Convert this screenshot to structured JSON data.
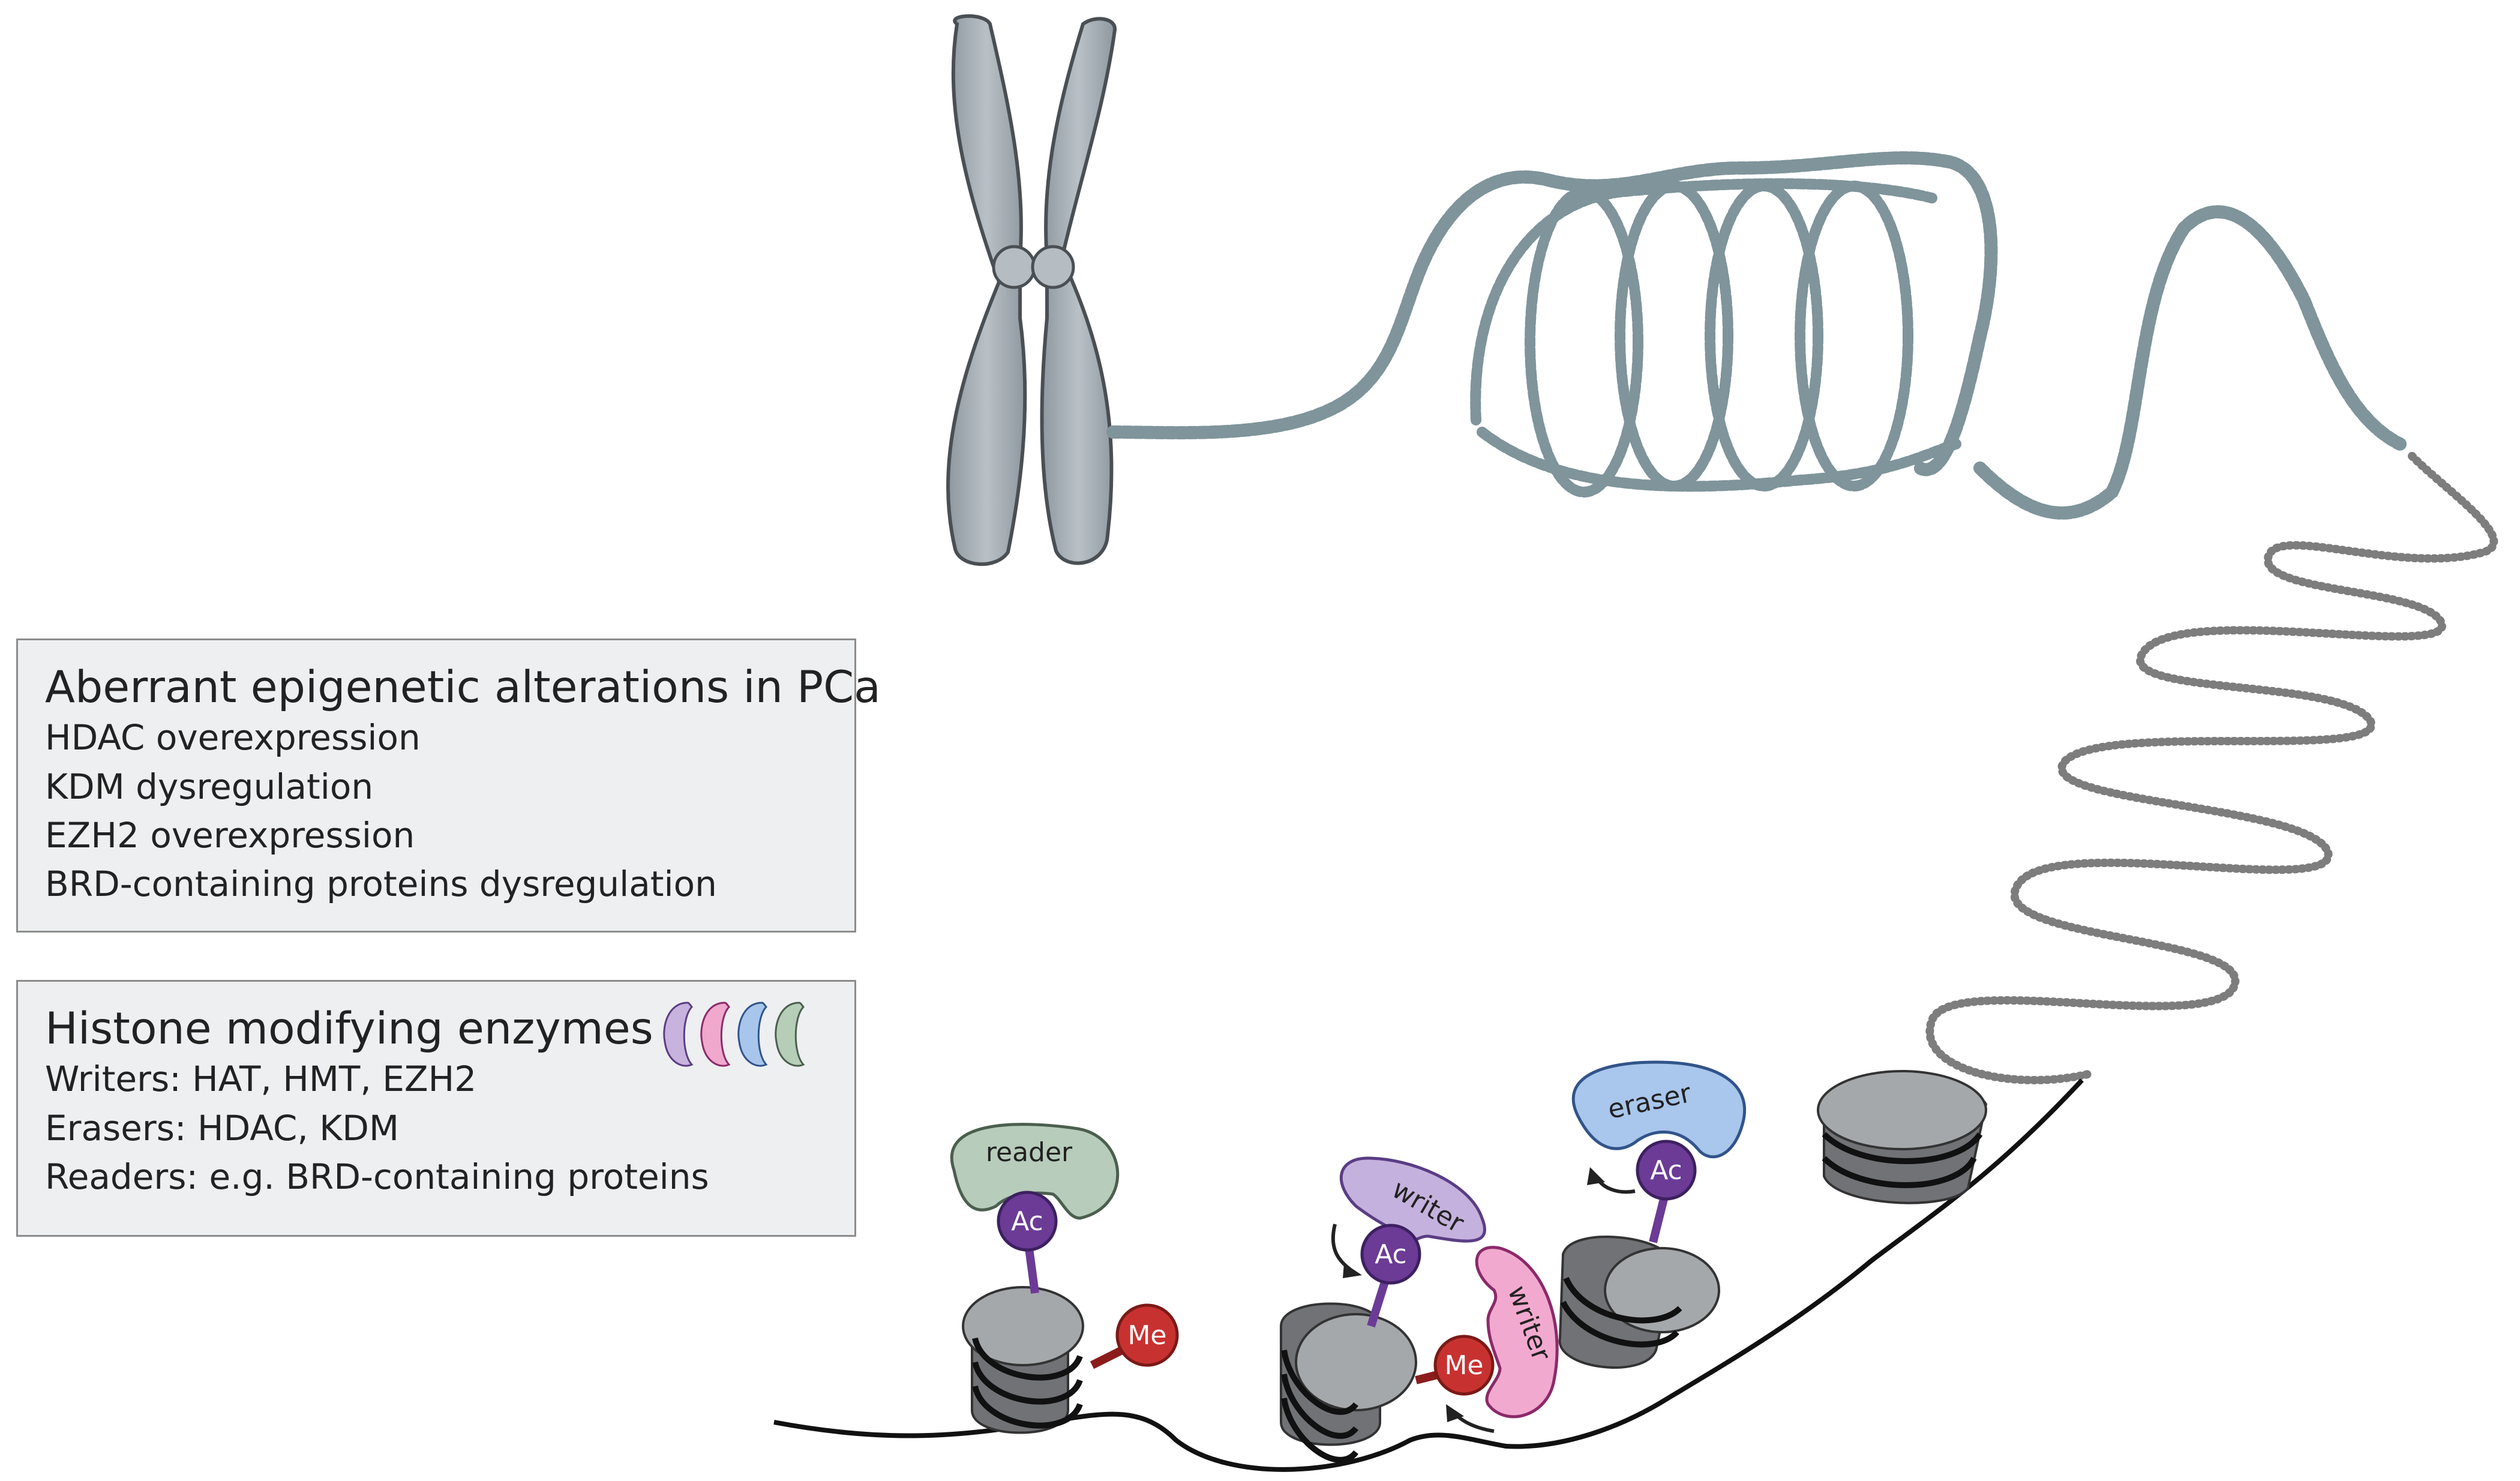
{
  "alterations_box": {
    "title": "Aberrant epigenetic alterations in PCa",
    "items": [
      "HDAC overexpression",
      "KDM dysregulation",
      "EZH2 overexpression",
      "BRD-containing proteins dysregulation"
    ]
  },
  "enzymes_box": {
    "title": "Histone modifying enzymes",
    "items": [
      "Writers: HAT, HMT, EZH2",
      "Erasers: HDAC, KDM",
      "Readers: e.g. BRD-containing proteins"
    ],
    "icon_colors": [
      "#c7b3dd",
      "#f0a8cd",
      "#a8c6ec",
      "#b6cdb8"
    ]
  },
  "labels": {
    "reader": "reader",
    "writer_1": "writer",
    "writer_2": "writer",
    "eraser": "eraser",
    "ac": "Ac",
    "me": "Me"
  },
  "colors": {
    "chromosome": "#a7b0b7",
    "chromatin": "#7f949b",
    "histone": "#9a9da1",
    "reader": "#b7ccbb",
    "writer_acetyl": "#c5b1dd",
    "writer_methyl": "#f2a9cf",
    "eraser": "#a9c6ec",
    "acetyl": "#6b3b96",
    "methyl": "#c73230"
  }
}
